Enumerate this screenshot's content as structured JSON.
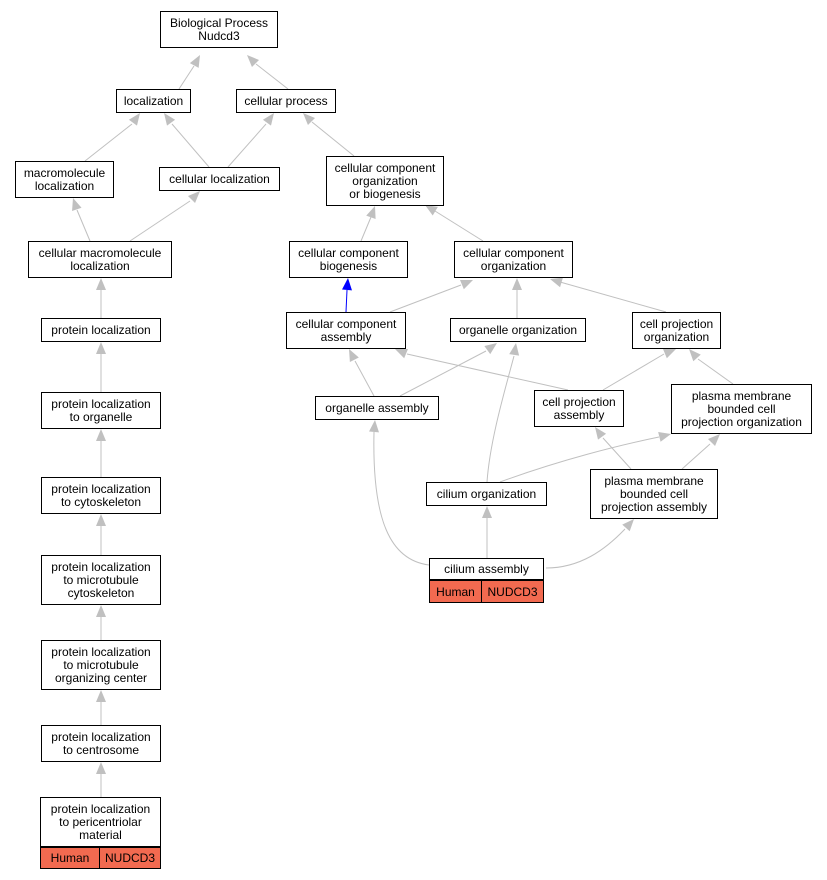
{
  "nodes": {
    "root": "Biological Process\nNudcd3",
    "localization": "localization",
    "cellular_process": "cellular process",
    "macromolecule_localization": "macromolecule\nlocalization",
    "cellular_localization": "cellular localization",
    "ccob": "cellular component\norganization\nor biogenesis",
    "cell_macro_loc": "cellular macromolecule\nlocalization",
    "cc_biogenesis": "cellular component\nbiogenesis",
    "cc_organization": "cellular component\norganization",
    "protein_localization": "protein localization",
    "cc_assembly": "cellular component\nassembly",
    "organelle_organization": "organelle organization",
    "cell_projection_org": "cell projection\norganization",
    "pl_organelle": "protein localization\nto organelle",
    "organelle_assembly": "organelle assembly",
    "cell_projection_assembly": "cell projection\nassembly",
    "pm_bounded_org": "plasma membrane\nbounded cell\nprojection organization",
    "pl_cytoskeleton": "protein localization\nto cytoskeleton",
    "cilium_organization": "cilium organization",
    "pm_bounded_assembly": "plasma membrane\nbounded cell\nprojection assembly",
    "pl_microtubule_cytoskeleton": "protein localization\nto microtubule\ncytoskeleton",
    "cilium_assembly": "cilium assembly",
    "pl_mtoc": "protein localization\nto microtubule\norganizing center",
    "pl_centrosome": "protein localization\nto centrosome",
    "pl_pericentriolar": "protein localization\nto pericentriolar\nmaterial"
  },
  "annotations": {
    "cilium_assembly": {
      "species": "Human",
      "gene": "NUDCD3"
    },
    "pl_pericentriolar": {
      "species": "Human",
      "gene": "NUDCD3"
    }
  },
  "colors": {
    "edge": "#c0c0c0",
    "highlight_edge": "#0000ff",
    "annotation_fill": "#f26a50"
  }
}
